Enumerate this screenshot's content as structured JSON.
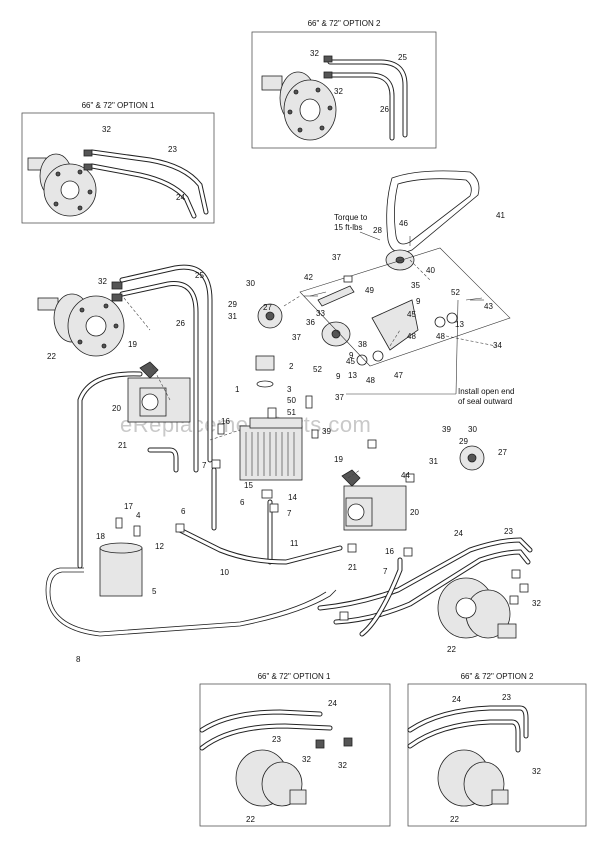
{
  "option_boxes": {
    "top": "66\" & 72\" OPTION 2",
    "left": "66\" & 72\" OPTION 1",
    "bottom_left": "66\" & 72\" OPTION 1",
    "bottom_right": "66\" & 72\" OPTION 2"
  },
  "notes": {
    "torque_line1": "Torque to",
    "torque_line2": "15 ft-lbs",
    "seal_line1": "Install open end",
    "seal_line2": "of seal outward"
  },
  "watermark": "eReplacementParts.com",
  "callouts": [
    "1",
    "2",
    "3",
    "4",
    "5",
    "6",
    "7",
    "8",
    "9",
    "10",
    "11",
    "12",
    "13",
    "14",
    "15",
    "16",
    "17",
    "18",
    "19",
    "20",
    "21",
    "22",
    "23",
    "24",
    "25",
    "26",
    "27",
    "28",
    "29",
    "30",
    "31",
    "32",
    "33",
    "34",
    "35",
    "36",
    "37",
    "38",
    "39",
    "40",
    "41",
    "42",
    "43",
    "44",
    "45",
    "46",
    "47",
    "48",
    "49",
    "50",
    "51",
    "52"
  ]
}
